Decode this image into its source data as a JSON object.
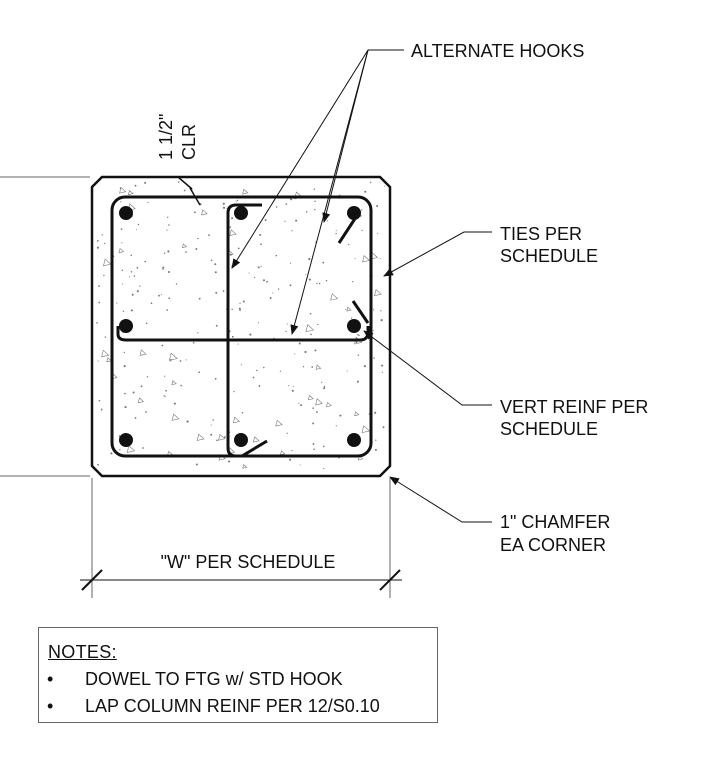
{
  "labels": {
    "alternate_hooks": "ALTERNATE HOOKS",
    "ties_line1": "TIES PER",
    "ties_line2": "SCHEDULE",
    "vert_line1": "VERT REINF PER",
    "vert_line2": "SCHEDULE",
    "chamfer_line1": "1\" CHAMFER",
    "chamfer_line2": "EA CORNER",
    "clear_line1": "1 1/2\"",
    "clear_line2": "CLR",
    "width_dim": "\"W\" PER SCHEDULE"
  },
  "notes": {
    "title": "NOTES:",
    "items": [
      {
        "bullet": "•",
        "text": "DOWEL TO FTG w/ STD HOOK"
      },
      {
        "bullet": "•",
        "text": "LAP COLUMN REINF PER 12/S0.10"
      }
    ]
  }
}
